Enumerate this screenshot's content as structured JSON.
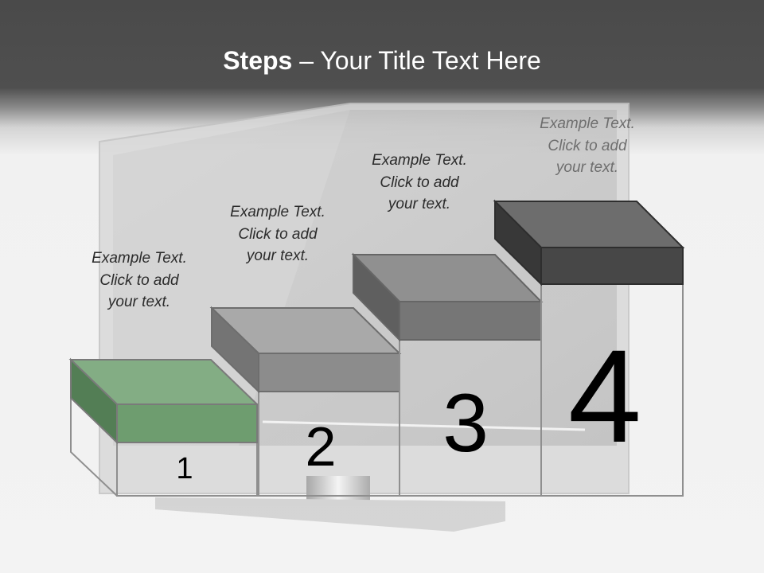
{
  "title": {
    "bold": "Steps",
    "rest": " – Your Title Text Here"
  },
  "steps": [
    {
      "number": "1",
      "text": [
        "Example Text.",
        "Click  to add",
        "your text."
      ],
      "color": "#6e9d6f"
    },
    {
      "number": "2",
      "text": [
        "Example Text.",
        "Click  to add",
        "your text."
      ],
      "color": "#8c8c8c"
    },
    {
      "number": "3",
      "text": [
        "Example Text.",
        "Click  to add",
        "your text."
      ],
      "color": "#767676"
    },
    {
      "number": "4",
      "text": [
        "Example Text.",
        "Click  to add",
        "your text."
      ],
      "color": "#474747"
    }
  ]
}
